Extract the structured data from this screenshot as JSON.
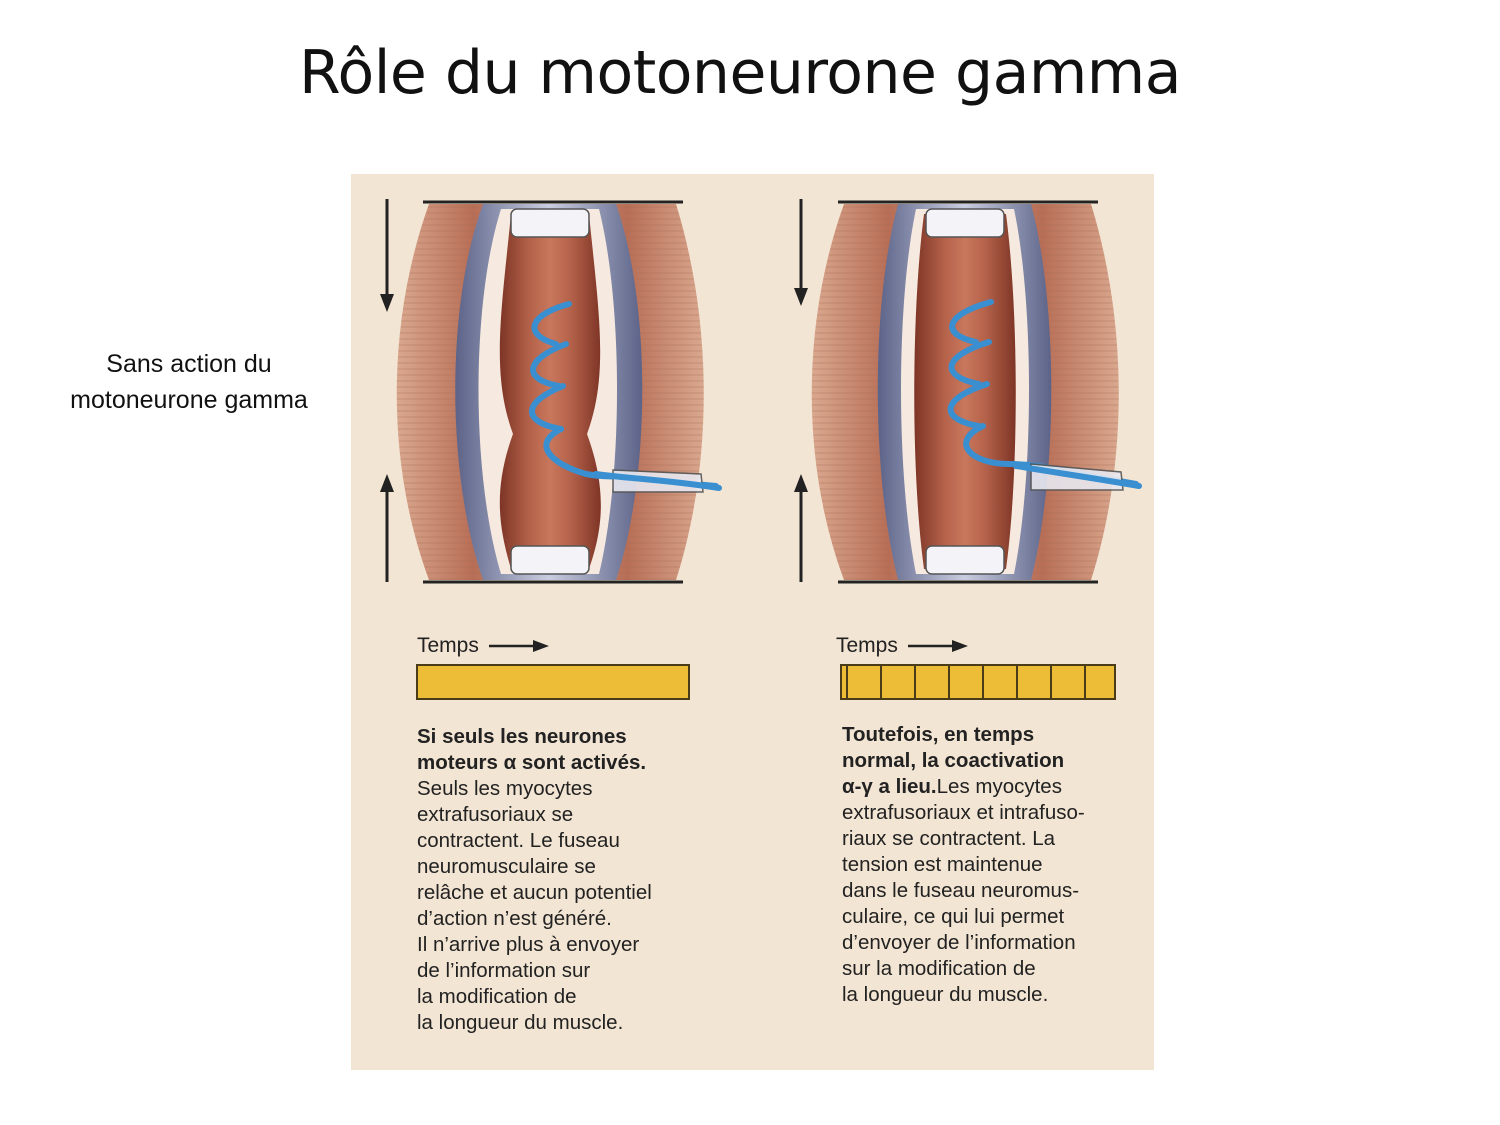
{
  "slide": {
    "title": "Rôle du motoneurone gamma",
    "side_label_lines": [
      "Sans action du",
      "motoneurone gamma"
    ]
  },
  "panels": [
    {
      "id": "left",
      "temps_label": "Temps",
      "bar_ticks": 0,
      "caption_bold_lines": [
        "Si seuls les neurones",
        "moteurs α sont activés."
      ],
      "caption_lines": [
        "Seuls les myocytes",
        "extrafusoriaux se",
        "contractent. Le fuseau",
        "neuromusculaire se",
        "relâche et aucun potentiel",
        "d’action n’est généré.",
        "Il n’arrive plus à envoyer",
        "de l’information sur",
        "la modification de",
        "la longueur du muscle."
      ]
    },
    {
      "id": "right",
      "temps_label": "Temps",
      "bar_ticks": 8,
      "caption_bold_lines": [
        "Toutefois, en temps",
        "normal, la coactivation",
        "α-γ a lieu."
      ],
      "caption_tail_after_bold": "Les myocytes",
      "caption_lines": [
        "extrafusoriaux et intrafuso-",
        "riaux se contractent. La",
        "tension est maintenue",
        "dans le fuseau neuromus-",
        "culaire, ce qui lui permet",
        "d’envoyer de l’information",
        "sur la modification de",
        "la longueur du muscle."
      ]
    }
  ],
  "colors": {
    "figure_bg": "#f3e5d3",
    "muscle": "#c98a6e",
    "capsule": "#7f86a8",
    "fiber": "#9c4b35",
    "nerve": "#3a8fd0",
    "bar": "#edbd38"
  }
}
